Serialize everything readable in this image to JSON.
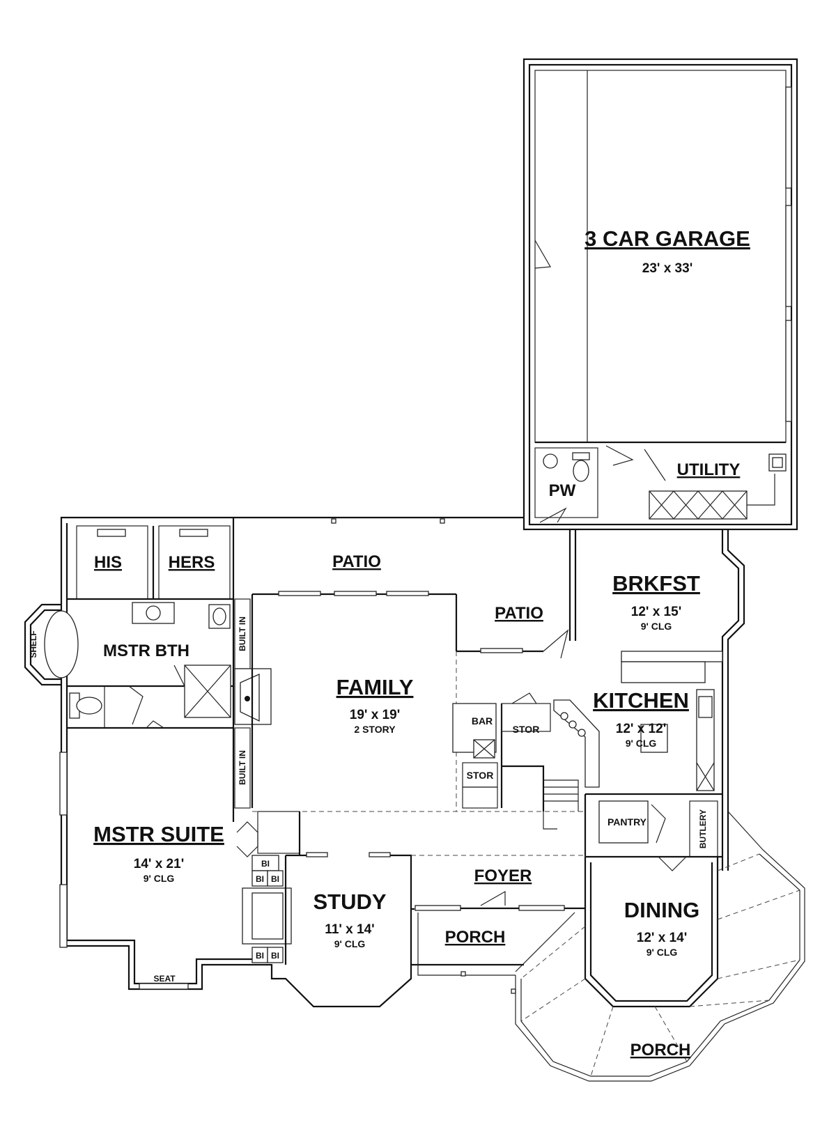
{
  "rooms": {
    "garage": {
      "name": "3 CAR GARAGE",
      "dim": "23' x 33'"
    },
    "utility": {
      "name": "UTILITY"
    },
    "pw": {
      "name": "PW"
    },
    "his": {
      "name": "HIS"
    },
    "hers": {
      "name": "HERS"
    },
    "patio_top": {
      "name": "PATIO"
    },
    "patio_side": {
      "name": "PATIO"
    },
    "brkfst": {
      "name": "BRKFST",
      "dim": "12' x 15'",
      "clg": "9' CLG"
    },
    "mstr_bth": {
      "name": "MSTR BTH"
    },
    "shelf": {
      "name": "SHELF"
    },
    "family": {
      "name": "FAMILY",
      "dim": "19' x 19'",
      "clg": "2 STORY"
    },
    "built_in_upper": {
      "name": "BUILT IN"
    },
    "built_in_lower": {
      "name": "BUILT IN"
    },
    "bar": {
      "name": "BAR"
    },
    "stor_a": {
      "name": "STOR"
    },
    "stor_b": {
      "name": "STOR"
    },
    "kitchen": {
      "name": "KITCHEN",
      "dim": "12' x 12'",
      "clg": "9' CLG"
    },
    "pantry": {
      "name": "PANTRY"
    },
    "butlery": {
      "name": "BUTLERY"
    },
    "mstr_suite": {
      "name": "MSTR SUITE",
      "dim": "14' x 21'",
      "clg": "9' CLG"
    },
    "foyer": {
      "name": "FOYER"
    },
    "study": {
      "name": "STUDY",
      "dim": "11' x 14'",
      "clg": "9' CLG"
    },
    "porch_front": {
      "name": "PORCH"
    },
    "dining": {
      "name": "DINING",
      "dim": "12' x 14'",
      "clg": "9' CLG"
    },
    "porch_wrap": {
      "name": "PORCH"
    },
    "seat": {
      "name": "SEAT"
    },
    "bi_1": {
      "name": "BI"
    },
    "bi_2": {
      "name": "BI"
    },
    "bi_3": {
      "name": "BI"
    },
    "bi_4": {
      "name": "BI"
    },
    "bi_5": {
      "name": "BI"
    }
  }
}
